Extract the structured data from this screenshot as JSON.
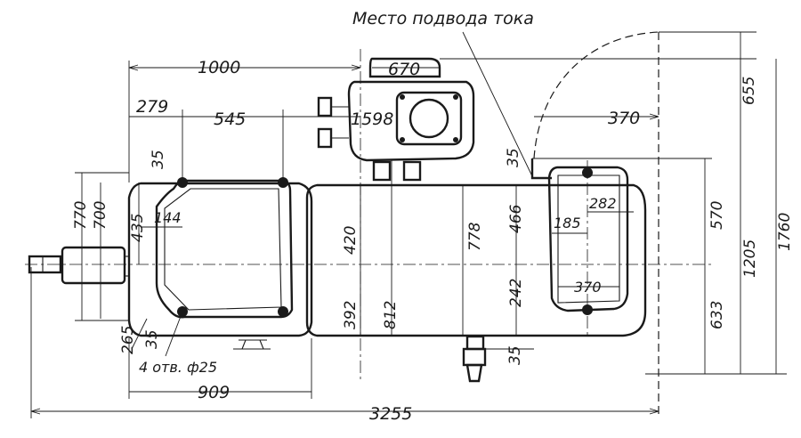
{
  "title": "Место подвода тока",
  "dims": {
    "d3255": "3255",
    "d1000": "1000",
    "d670": "670",
    "d1598": "1598",
    "d279": "279",
    "d545": "545",
    "d370top": "370",
    "d655": "655",
    "d35a": "35",
    "d35b": "35",
    "d35c": "35",
    "d35d": "35",
    "d770": "770",
    "d700": "700",
    "d435": "435",
    "d144": "144",
    "d420": "420",
    "d392": "392",
    "d812": "812",
    "d778": "778",
    "d466": "466",
    "d242": "242",
    "d185": "185",
    "d282": "282",
    "d370mid": "370",
    "d570": "570",
    "d1205": "1205",
    "d1760": "1760",
    "d633": "633",
    "d265": "265",
    "d909": "909",
    "holes": "4 отв. ф25"
  }
}
